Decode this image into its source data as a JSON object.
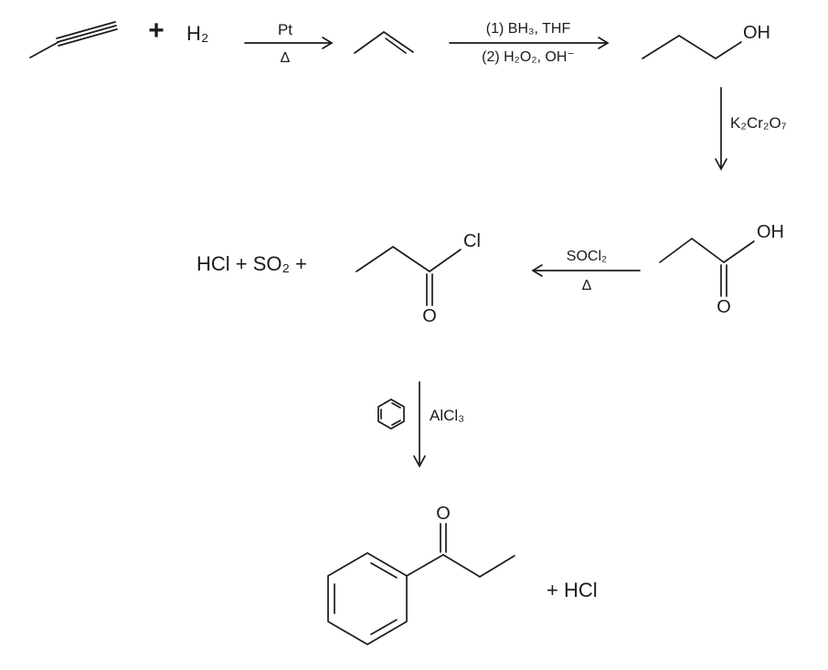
{
  "reaction_scheme": {
    "step1_hydrogenation": {
      "plus": "+",
      "coreactant": "H₂",
      "arrow_label_top": "Pt",
      "arrow_label_bottom": "Δ"
    },
    "step2_hydroboration": {
      "arrow_label_top": "(1) BH₃, THF",
      "arrow_label_bottom": "(2) H₂O₂, OH⁻"
    },
    "propanol": {
      "hydroxyl_label": "OH"
    },
    "step3_oxidation": {
      "reagent_label": "K₂Cr₂O₇"
    },
    "propanoic_acid": {
      "hydroxyl_label": "OH",
      "carbonyl_label": "O"
    },
    "step4_chlorination": {
      "arrow_label_top": "SOCl₂",
      "arrow_label_bottom": "Δ"
    },
    "byproducts_text": "HCl + SO₂ +",
    "propanoyl_chloride": {
      "chlorine_label": "Cl",
      "carbonyl_label": "O"
    },
    "step5_acylation": {
      "reagent_label": "AlCl₃"
    },
    "propiophenone": {
      "carbonyl_label": "O"
    },
    "final_byproduct_text": "+ HCl"
  }
}
